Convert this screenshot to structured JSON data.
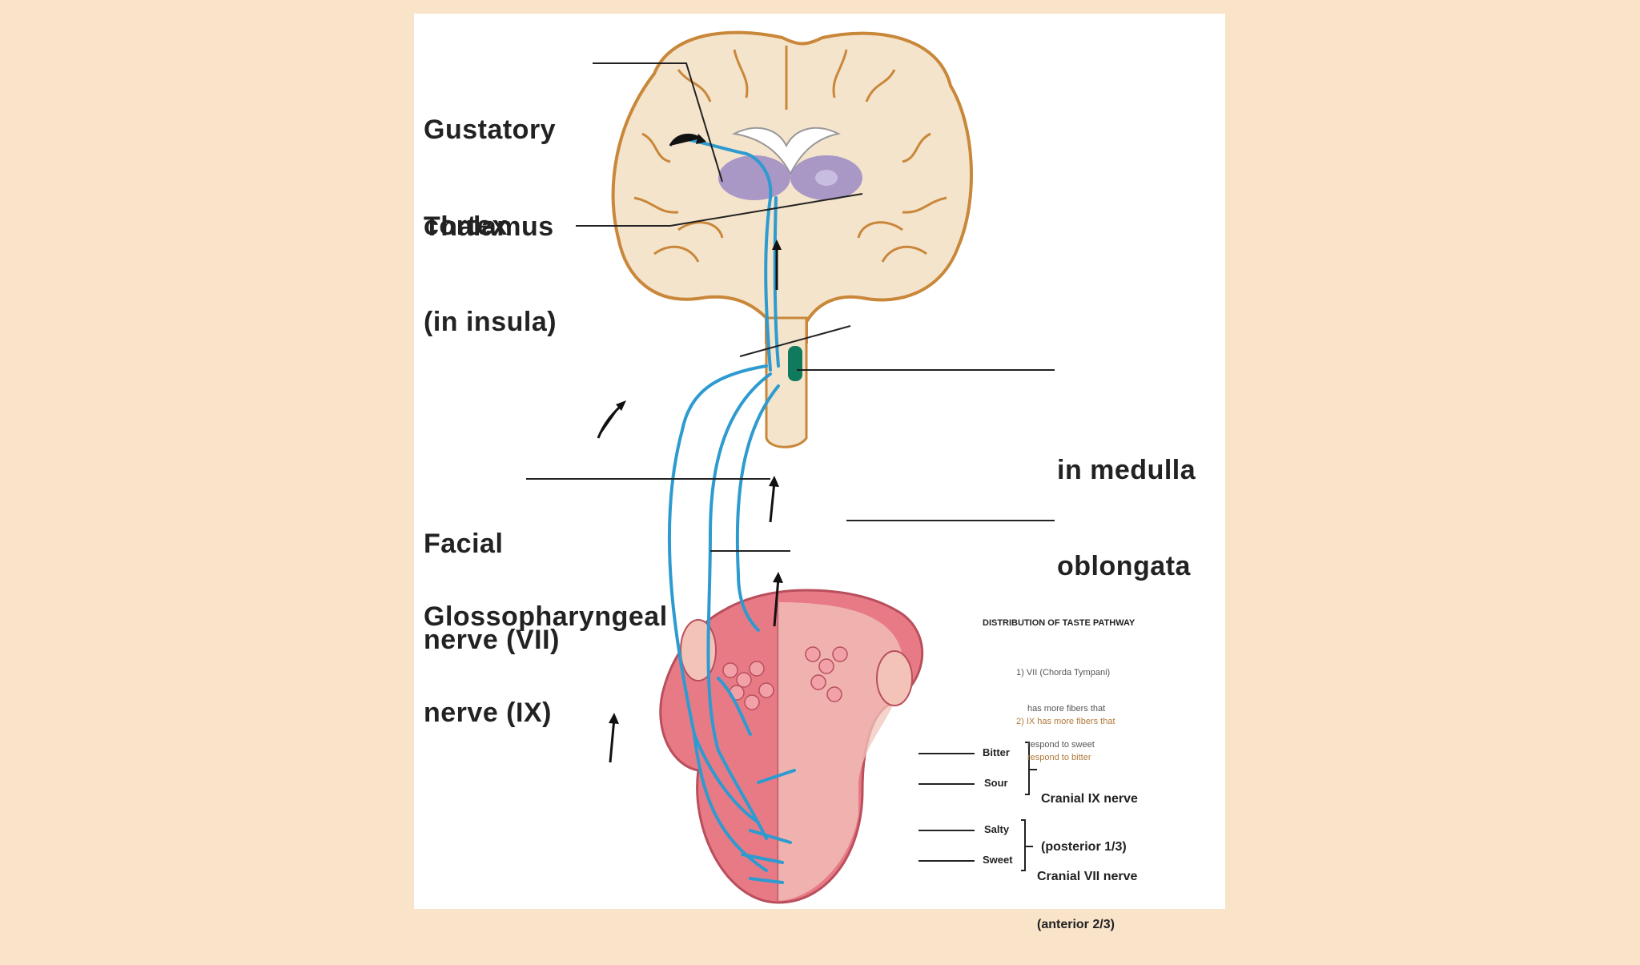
{
  "labels": {
    "gustatory": [
      "Gustatory",
      "cortex",
      "(in insula)"
    ],
    "thalamus": "Thalamus",
    "medulla": [
      "in medulla",
      "oblongata"
    ],
    "facial": [
      "Facial",
      "nerve (VII)"
    ],
    "glosso": [
      "Glossopharyngeal",
      "nerve (IX)"
    ]
  },
  "inset": {
    "heading": "DISTRIBUTION OF TASTE PATHWAY",
    "note1": [
      "1) VII (Chorda Tympani)",
      "has more fibers that",
      "respond to sweet"
    ],
    "note2": [
      "2) IX has more fibers that",
      "respond to bitter"
    ],
    "tastes": [
      "Bitter",
      "Sour",
      "Salty",
      "Sweet"
    ],
    "ix_group": [
      "Cranial IX nerve",
      "(posterior 1/3)"
    ],
    "vii_group": [
      "Cranial VII nerve",
      "(anterior 2/3)"
    ]
  },
  "colors": {
    "page_bg": "#f9e3c9",
    "nerve": "#2e9bd0",
    "brain": "#f4e4cc",
    "thalamus": "#9b8ac4",
    "nucleus": "#0f7a5c",
    "tongue": "#e87a86"
  }
}
